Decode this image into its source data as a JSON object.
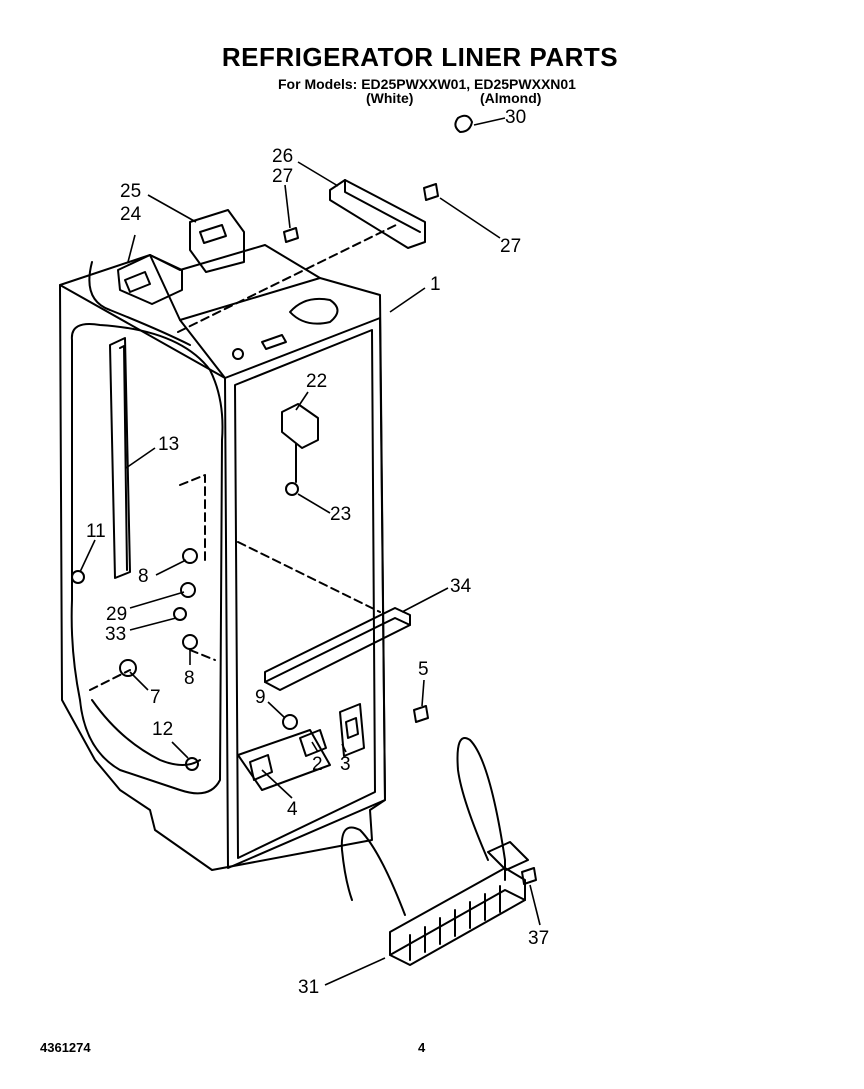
{
  "header": {
    "title": "REFRIGERATOR LINER PARTS",
    "models_line": "For Models: ED25PWXXW01, ED25PWXXN01",
    "variant_white": "(White)",
    "variant_almond": "(Almond)"
  },
  "callouts": {
    "c1": "1",
    "c2": "2",
    "c3": "3",
    "c4": "4",
    "c5": "5",
    "c7": "7",
    "c8a": "8",
    "c8b": "8",
    "c9": "9",
    "c11": "11",
    "c12": "12",
    "c13": "13",
    "c22": "22",
    "c23": "23",
    "c24": "24",
    "c25": "25",
    "c26": "26",
    "c27a": "27",
    "c27b": "27",
    "c29": "29",
    "c30": "30",
    "c31": "31",
    "c33": "33",
    "c34": "34",
    "c37": "37"
  },
  "footer": {
    "doc_number": "4361274",
    "page_number": "4"
  }
}
